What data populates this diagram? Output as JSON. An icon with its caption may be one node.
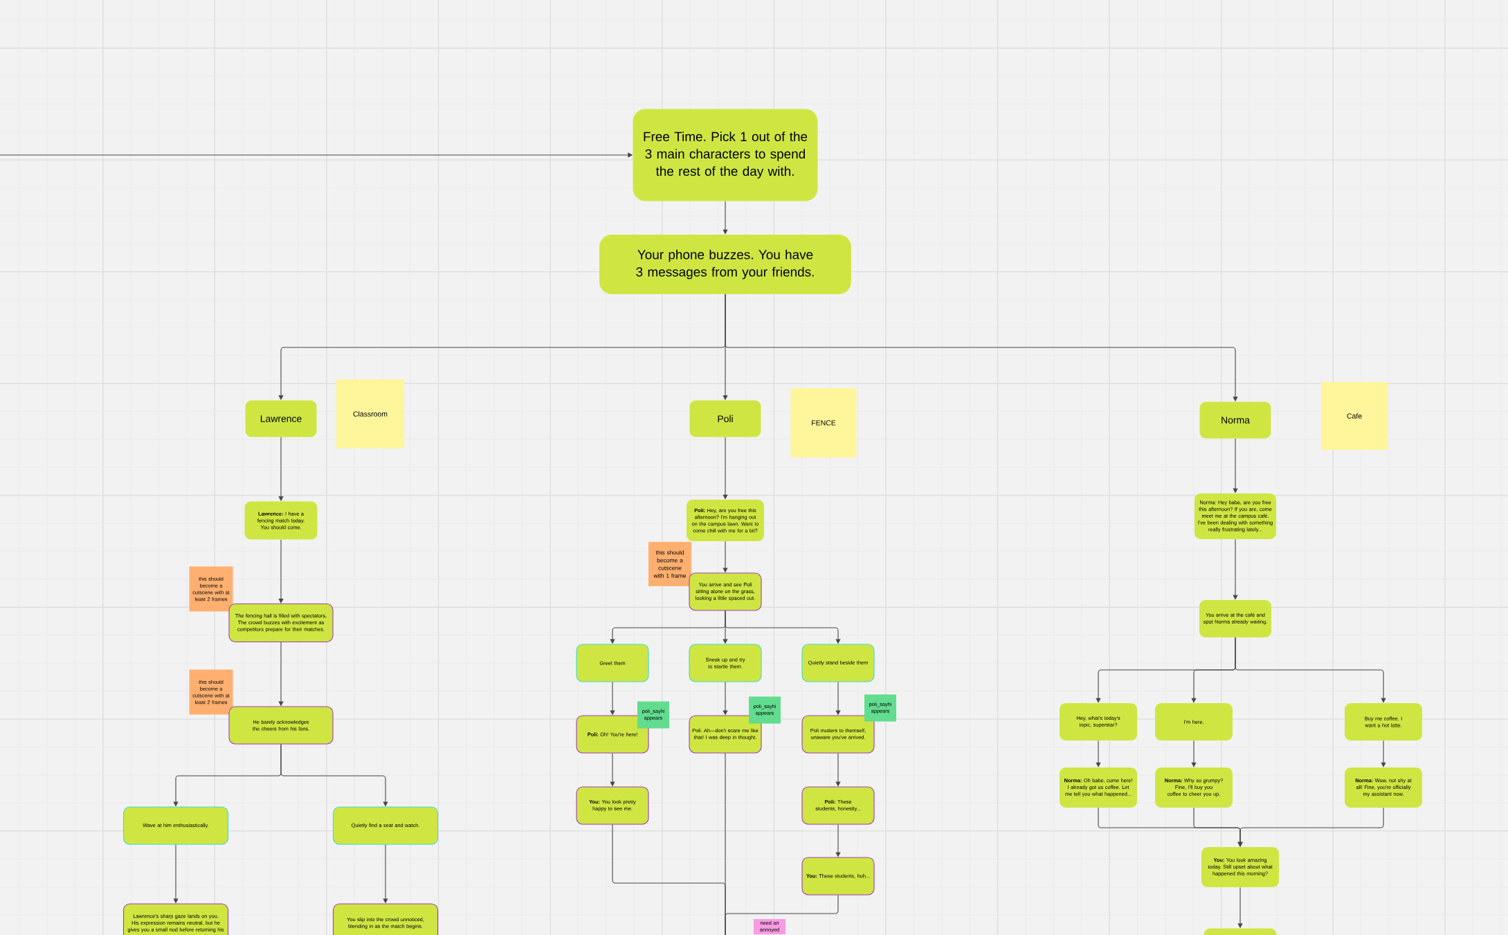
{
  "diagram": {
    "nodes": [
      {
        "text": [
          "Free Time. Pick 1 out of the 3 main characters to spend the rest of the day with."
        ]
      },
      {
        "text": [
          "Your phone buzzes. You have 3 messages from your friends."
        ]
      },
      {
        "text": [
          "Lawrence"
        ]
      },
      {
        "text": [
          "Classroom"
        ]
      },
      {
        "text": [
          "Poli"
        ]
      },
      {
        "text": [
          "FENCE"
        ]
      },
      {
        "text": [
          "Norma"
        ]
      },
      {
        "text": [
          "Cafe"
        ]
      },
      {
        "text": [
          "**Lawrence:** I have a fencing match today. You should come."
        ]
      },
      {
        "text": [
          "this should become a cutscene with at least 2 frames"
        ]
      },
      {
        "text": [
          "The fencing hall is filled with spectators. The crowd buzzes with excitement as competitors prepare for their matches."
        ]
      },
      {
        "text": [
          "this should become a cutscene with at least 2 frames"
        ]
      },
      {
        "text": [
          "He barely acknowledges the cheers from his fans."
        ]
      },
      {
        "text": [
          "Wave at him enthusiastically."
        ]
      },
      {
        "text": [
          "Quietly find a seat and watch."
        ]
      },
      {
        "text": [
          "Lawrence's sharp gaze lands on you. His expression remains neutral, but he gives you a small nod before returning his"
        ]
      },
      {
        "text": [
          "You slip into the crowd unnoticed, blending in as the match begins."
        ]
      },
      {
        "text": [
          "**Poli:** Hey, are you free this afternoon? I'm hanging out on the campus lawn. Want to come chill with me for a bit?"
        ]
      },
      {
        "text": [
          "this should become a cutscene with 1 frame"
        ]
      },
      {
        "text": [
          "You arrive and see Poli sitting alone on the grass, looking a little spaced out."
        ]
      },
      {
        "text": [
          "Greet them"
        ]
      },
      {
        "text": [
          "Sneak up and try to startle them."
        ]
      },
      {
        "text": [
          "Quietly stand beside them"
        ]
      },
      {
        "text": [
          "**Poli:** Oh! You're here!"
        ]
      },
      {
        "text": [
          "poli_sayhi appears"
        ]
      },
      {
        "text": [
          "Poli: Ah—don't scare me like that! I was deep in thought."
        ]
      },
      {
        "text": [
          "poli_sayhi appears"
        ]
      },
      {
        "text": [
          "Poli mutters to themself, unaware you've arrived."
        ]
      },
      {
        "text": [
          "poli_sayhi appears"
        ]
      },
      {
        "text": [
          "**You:** You look pretty happy to see me."
        ]
      },
      {
        "text": [
          "**Poli:** These students, honestly..."
        ]
      },
      {
        "text": [
          "**You:** These students, huh..."
        ]
      },
      {
        "text": [
          "need an annoyed"
        ]
      },
      {
        "text": [
          "Norma: Hey babe, are you free this afternoon? If you are, come meet me at the campus café. I've been dealing with something really frustrating lately..."
        ]
      },
      {
        "text": [
          "You arrive at the café and spot Norma already waiting."
        ]
      },
      {
        "text": [
          "Hey, what's today's topic, superstar?"
        ]
      },
      {
        "text": [
          "I'm here."
        ]
      },
      {
        "text": [
          "Buy me coffee. I want a hot latte."
        ]
      },
      {
        "text": [
          "**Norma:** Oh babe, come here! I already got us coffee. Let me tell you what happened..."
        ]
      },
      {
        "text": [
          "**Norma:** Why so grumpy? Fine, I'll buy you coffee to cheer you up."
        ]
      },
      {
        "text": [
          "**Norma:** Wow, not shy at all! Fine, you're officially my assistant now."
        ]
      },
      {
        "text": [
          "**You:** You look amazing today. Still upset about what happened this morning?"
        ]
      },
      {
        "text": [],
        "shape": "box"
      }
    ],
    "edges": [
      {
        "from": null,
        "to": 0,
        "arrow": "to"
      },
      {
        "from": 0,
        "to": 1,
        "arrow": "to"
      },
      {
        "from": 1,
        "to": 2,
        "arrow": "to"
      },
      {
        "from": 1,
        "to": 4,
        "arrow": "to"
      },
      {
        "from": 1,
        "to": 6,
        "arrow": "to"
      },
      {
        "from": 2,
        "to": 8,
        "arrow": "to"
      },
      {
        "from": 8,
        "to": 10,
        "arrow": "to"
      },
      {
        "from": 10,
        "to": 12,
        "arrow": "to"
      },
      {
        "from": 12,
        "to": 13,
        "arrow": "to"
      },
      {
        "from": 12,
        "to": 14,
        "arrow": "to"
      },
      {
        "from": 13,
        "to": 15,
        "arrow": "to"
      },
      {
        "from": 14,
        "to": 16,
        "arrow": "to"
      },
      {
        "from": 4,
        "to": 17,
        "arrow": "to"
      },
      {
        "from": 17,
        "to": 19,
        "arrow": "to"
      },
      {
        "from": 19,
        "to": 20,
        "arrow": "to"
      },
      {
        "from": 19,
        "to": 21,
        "arrow": "to"
      },
      {
        "from": 19,
        "to": 22,
        "arrow": "to"
      },
      {
        "from": 20,
        "to": 23,
        "arrow": "to"
      },
      {
        "from": 21,
        "to": 25,
        "arrow": "to"
      },
      {
        "from": 22,
        "to": 27,
        "arrow": "to"
      },
      {
        "from": 23,
        "to": 29,
        "arrow": "to"
      },
      {
        "from": 27,
        "to": 30,
        "arrow": "to"
      },
      {
        "from": 30,
        "to": 31,
        "arrow": "to"
      },
      {
        "from": 25,
        "to": null,
        "arrow": "none"
      },
      {
        "from": 29,
        "to": null,
        "arrow": "none"
      },
      {
        "from": 31,
        "to": null,
        "arrow": "none"
      },
      {
        "from": 6,
        "to": 33,
        "arrow": "to"
      },
      {
        "from": 33,
        "to": 34,
        "arrow": "to"
      },
      {
        "from": 34,
        "to": 35,
        "arrow": "to"
      },
      {
        "from": 34,
        "to": 36,
        "arrow": "to"
      },
      {
        "from": 34,
        "to": 37,
        "arrow": "to"
      },
      {
        "from": 35,
        "to": 38,
        "arrow": "to"
      },
      {
        "from": 36,
        "to": 39,
        "arrow": "to"
      },
      {
        "from": 37,
        "to": 40,
        "arrow": "to"
      },
      {
        "from": 38,
        "to": 41,
        "arrow": "to"
      },
      {
        "from": 39,
        "to": 41,
        "arrow": "to"
      },
      {
        "from": 40,
        "to": 41,
        "arrow": "to"
      },
      {
        "from": 41,
        "to": 42,
        "arrow": "to"
      }
    ]
  }
}
